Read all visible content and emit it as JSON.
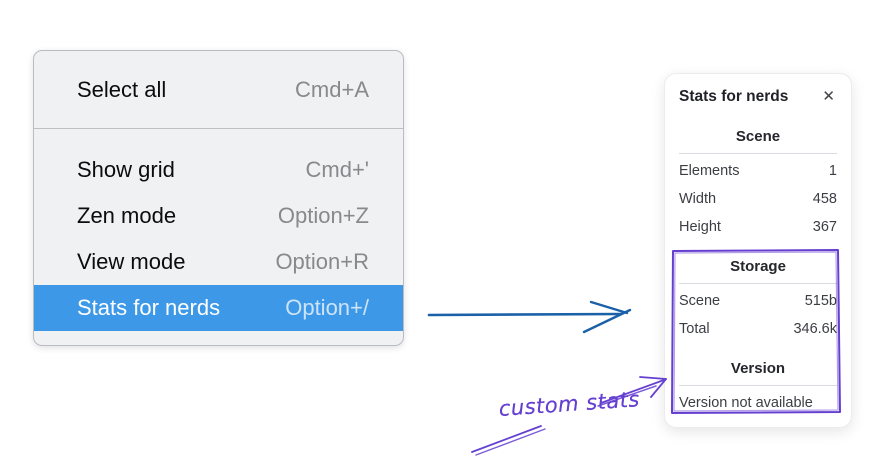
{
  "context_menu": {
    "groups": [
      {
        "items": [
          {
            "label": "Select all",
            "shortcut": "Cmd+A"
          }
        ]
      },
      {
        "items": [
          {
            "label": "Show grid",
            "shortcut": "Cmd+'"
          },
          {
            "label": "Zen mode",
            "shortcut": "Option+Z"
          },
          {
            "label": "View mode",
            "shortcut": "Option+R"
          },
          {
            "label": "Stats for nerds",
            "shortcut": "Option+/",
            "highlighted": true
          }
        ]
      }
    ]
  },
  "stats_panel": {
    "title": "Stats for nerds",
    "close_icon": "✕",
    "scene": {
      "header": "Scene",
      "rows": [
        {
          "label": "Elements",
          "value": "1"
        },
        {
          "label": "Width",
          "value": "458"
        },
        {
          "label": "Height",
          "value": "367"
        }
      ]
    },
    "storage": {
      "header": "Storage",
      "rows": [
        {
          "label": "Scene",
          "value": "515b"
        },
        {
          "label": "Total",
          "value": "346.6k"
        }
      ]
    },
    "version": {
      "header": "Version",
      "note": "Version not available"
    }
  },
  "annotations": {
    "custom_stats_label": "custom stats"
  },
  "colors": {
    "menu_highlight": "#3d99e8",
    "arrow_blue": "#1b61a8",
    "sketch_purple": "#6540d0"
  }
}
